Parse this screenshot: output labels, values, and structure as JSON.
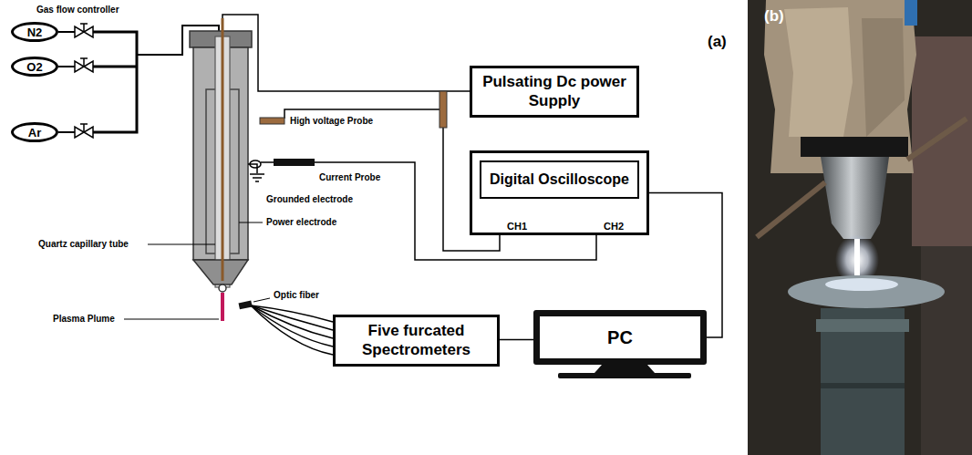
{
  "diagram": {
    "nodes": [
      {
        "text": [
          "N2"
        ]
      },
      {
        "text": [
          "O2"
        ]
      },
      {
        "text": [
          "Ar"
        ]
      },
      {
        "text": [
          "Pulsating Dc power Supply"
        ]
      },
      {
        "text": [
          "Digital Oscilloscope"
        ]
      },
      {
        "text": [
          "Five furcated Spectrometers"
        ]
      },
      {
        "text": [
          "PC"
        ]
      }
    ],
    "edges": [
      {
        "from": 4,
        "to": 6,
        "arrow": "none"
      },
      {
        "from": 5,
        "to": 6,
        "arrow": "none"
      }
    ],
    "labels": [
      "Gas flow controller",
      "High voltage Probe",
      "Current Probe",
      "Grounded electrode",
      "Power electrode",
      "Quartz capillary tube",
      "Plasma Plume",
      "Optic fiber",
      "CH1",
      "CH2",
      "(a)",
      "(b)"
    ]
  }
}
